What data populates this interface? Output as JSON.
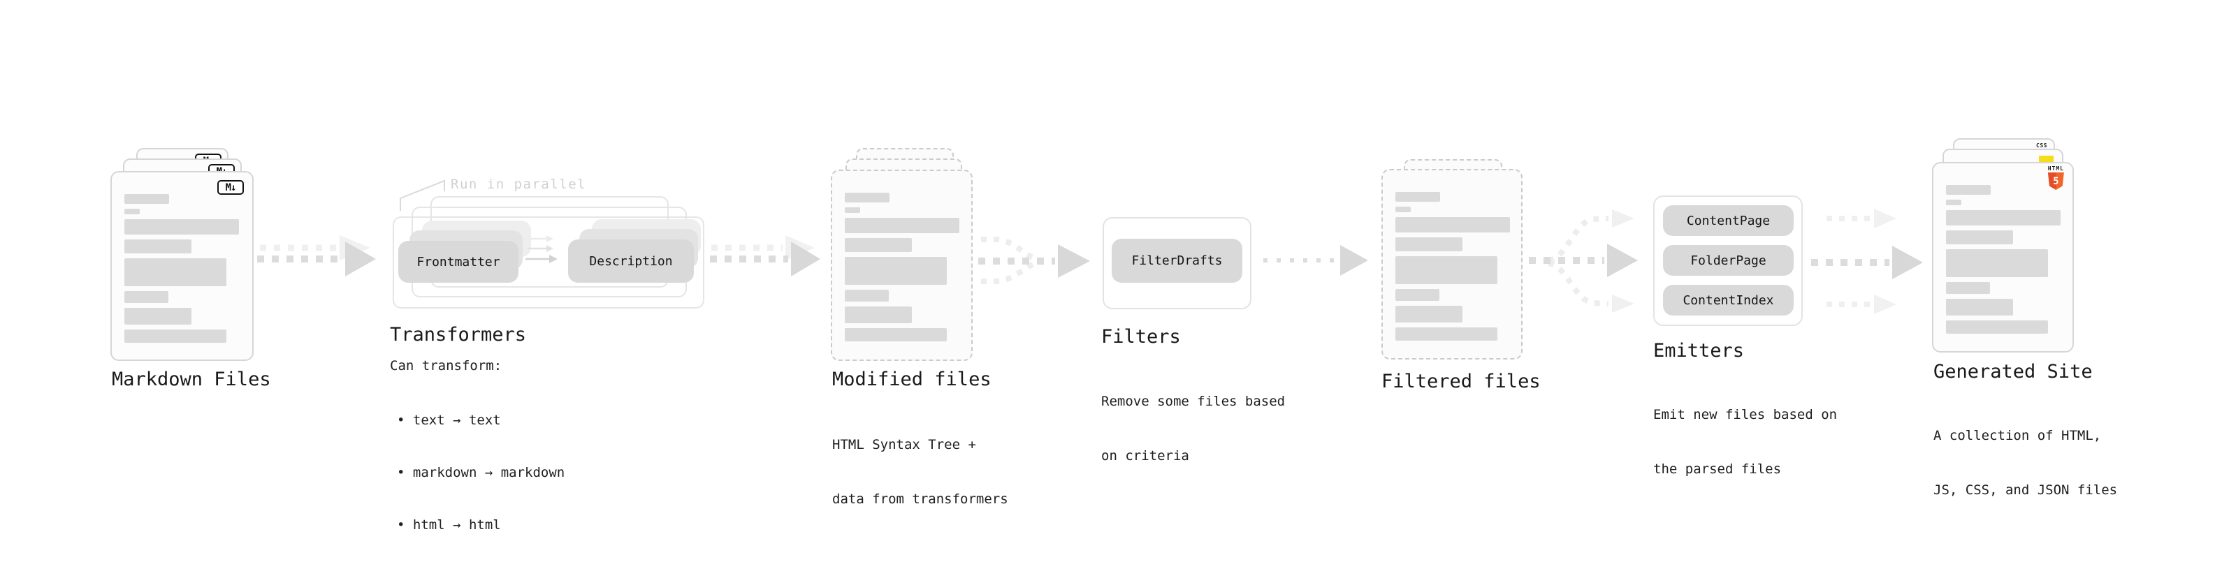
{
  "markdown_files": {
    "label": "Markdown Files",
    "badge": "M↓",
    "icon": "markdown-icon"
  },
  "transformers": {
    "annotation": "Run in parallel",
    "buttons": [
      "Frontmatter",
      "Description"
    ],
    "title": "Transformers",
    "subtitle": "Can transform:",
    "bullets": [
      "• text → text",
      "• markdown → markdown",
      "• html → html"
    ]
  },
  "modified_files": {
    "title": "Modified files",
    "subtitle_lines": [
      "HTML Syntax Tree +",
      "data from transformers"
    ]
  },
  "filters": {
    "title": "Filters",
    "button": "FilterDrafts",
    "subtitle_lines": [
      "Remove some files based",
      "on criteria"
    ]
  },
  "filtered_files": {
    "title": "Filtered files"
  },
  "emitters": {
    "title": "Emitters",
    "buttons": [
      "ContentPage",
      "FolderPage",
      "ContentIndex"
    ],
    "subtitle_lines": [
      "Emit new files based on",
      "the parsed files"
    ]
  },
  "generated_site": {
    "title": "Generated Site",
    "subtitle_lines": [
      "A collection of HTML,",
      "JS, CSS, and JSON files"
    ],
    "badges": {
      "html_label": "HTML",
      "html_number": "5",
      "css_label": "CSS"
    },
    "icons": [
      "html5-icon",
      "js-icon",
      "css-icon"
    ]
  },
  "colors": {
    "markdown_badge": "#111111",
    "html5_orange": "#e44d26",
    "js_yellow": "#f5de19",
    "css_blue": "#2965f1",
    "arrow_gray": "#d8d8d8",
    "arrow_light": "#f0f0f0",
    "skeleton_gray": "#dadada"
  }
}
